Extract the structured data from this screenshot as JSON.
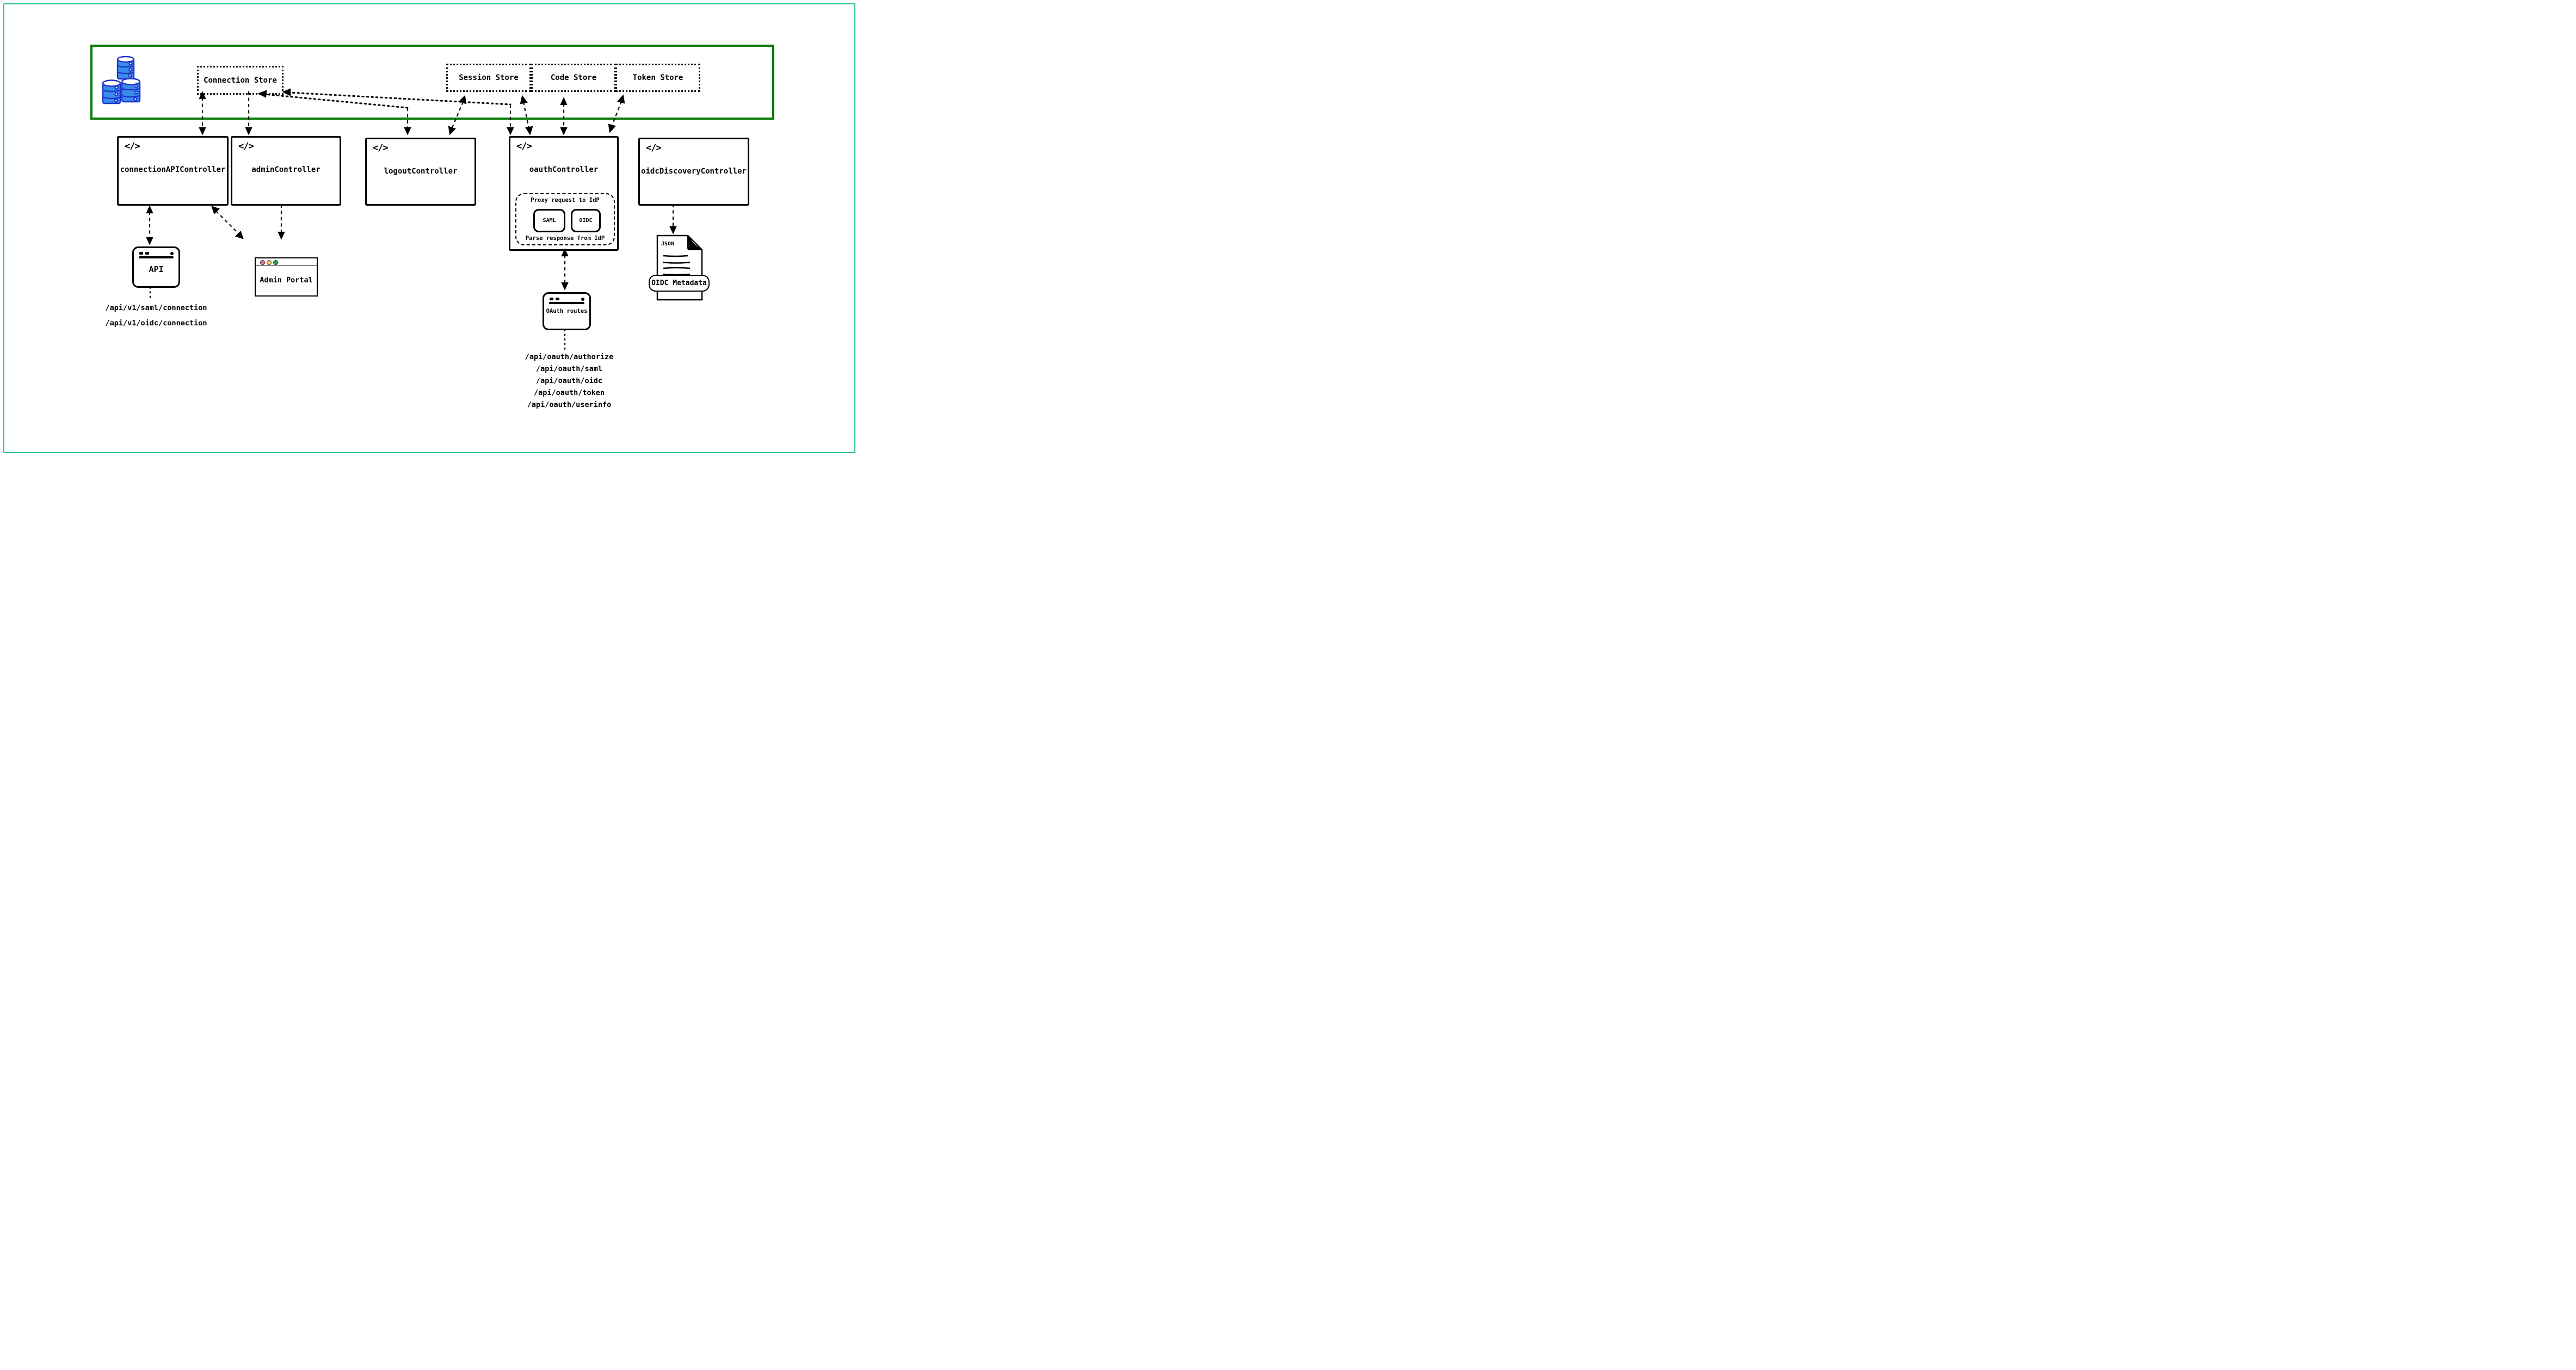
{
  "diagram": {
    "stores_panel": {
      "connection_store": "Connection Store",
      "session_store": "Session Store",
      "code_store": "Code Store",
      "token_store": "Token Store"
    },
    "controllers": {
      "code_icon": "</>",
      "connection_api": "connectionAPIController",
      "admin": "adminController",
      "logout": "logoutController",
      "oauth": "oauthController",
      "oidc_discovery": "oidcDiscoveryController"
    },
    "idp_group": {
      "title": "Proxy request to IdP",
      "saml": "SAML",
      "oidc": "OIDC",
      "footer": "Parse response from IdP"
    },
    "clients": {
      "api_window": "API",
      "admin_portal": "Admin Portal",
      "oauth_routes": "OAuth routes",
      "json_label": "JSON",
      "oidc_metadata": "OIDC Metadata"
    },
    "endpoints": {
      "connection_api": [
        "/api/v1/saml/connection",
        "/api/v1/oidc/connection"
      ],
      "oauth": [
        "/api/oauth/authorize",
        "/api/oauth/saml",
        "/api/oauth/oidc",
        "/api/oauth/token",
        "/api/oauth/userinfo"
      ]
    },
    "colors": {
      "outer_border": "#2dbf9f",
      "zone_border": "#0b7c0b",
      "database_fill": "#3a8ceb",
      "database_stroke": "#1e32cc",
      "traffic_red": "#fa6a6a",
      "traffic_yellow": "#f7cf6b",
      "traffic_green": "#2f9e2f",
      "ink": "#000000"
    }
  }
}
